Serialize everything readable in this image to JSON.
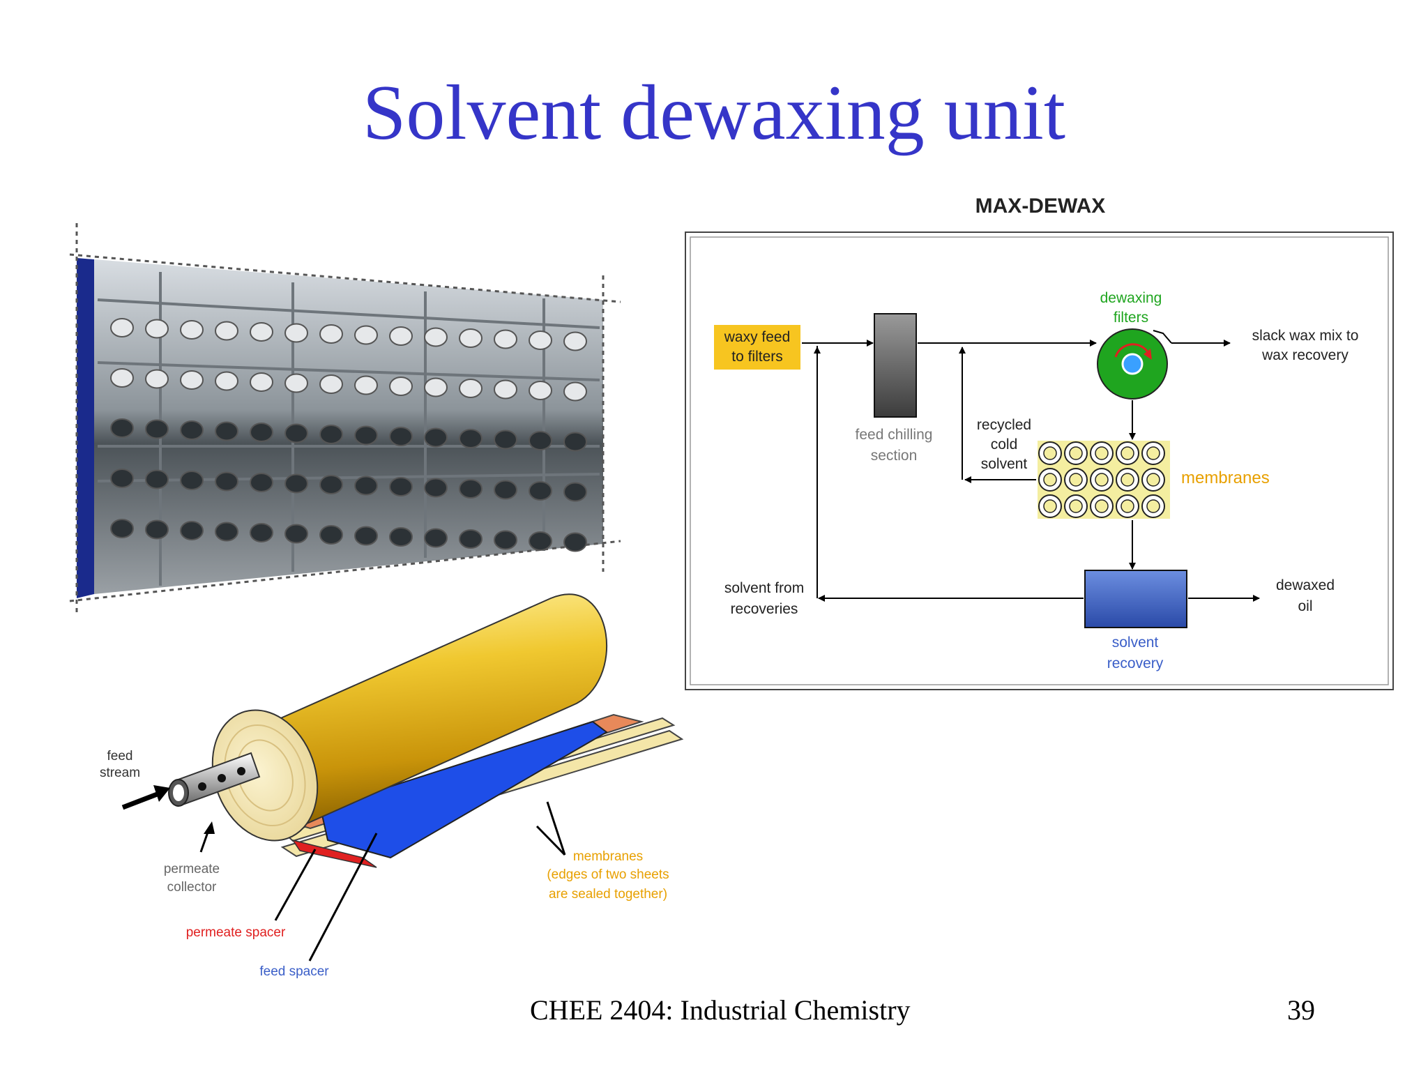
{
  "slide": {
    "title": "Solvent dewaxing unit",
    "footer": "CHEE 2404: Industrial Chemistry",
    "page_number": "39"
  },
  "flow_diagram": {
    "heading": "MAX-DEWAX",
    "waxy_feed": [
      "waxy feed",
      "to filters"
    ],
    "feed_chilling": [
      "feed chilling",
      "section"
    ],
    "dewaxing_filters": [
      "dewaxing",
      "filters"
    ],
    "slack_wax": [
      "slack wax mix to",
      "wax recovery"
    ],
    "recycled_solvent": [
      "recycled",
      "cold",
      "solvent"
    ],
    "membranes": "membranes",
    "solvent_from": [
      "solvent from",
      "recoveries"
    ],
    "solvent_recovery": [
      "solvent",
      "recovery"
    ],
    "dewaxed_oil": [
      "dewaxed",
      "oil"
    ]
  },
  "module_diagram": {
    "feed_stream": [
      "feed",
      "stream"
    ],
    "permeate_collector": [
      "permeate",
      "collector"
    ],
    "permeate_spacer": "permeate spacer",
    "feed_spacer": "feed spacer",
    "membranes_note": [
      "membranes",
      "(edges of two sheets",
      "are sealed together)"
    ]
  },
  "colors": {
    "title": "#3535c8",
    "waxy_feed_box": "#f7c520",
    "filter_green": "#1fa51f",
    "membrane_label": "#e8a000",
    "solvent_recovery_blue": "#3a5ec8",
    "cylinder_gold": "#e8b820",
    "feed_spacer_blue": "#1e4ee8",
    "permeate_spacer_red": "#e02020"
  }
}
